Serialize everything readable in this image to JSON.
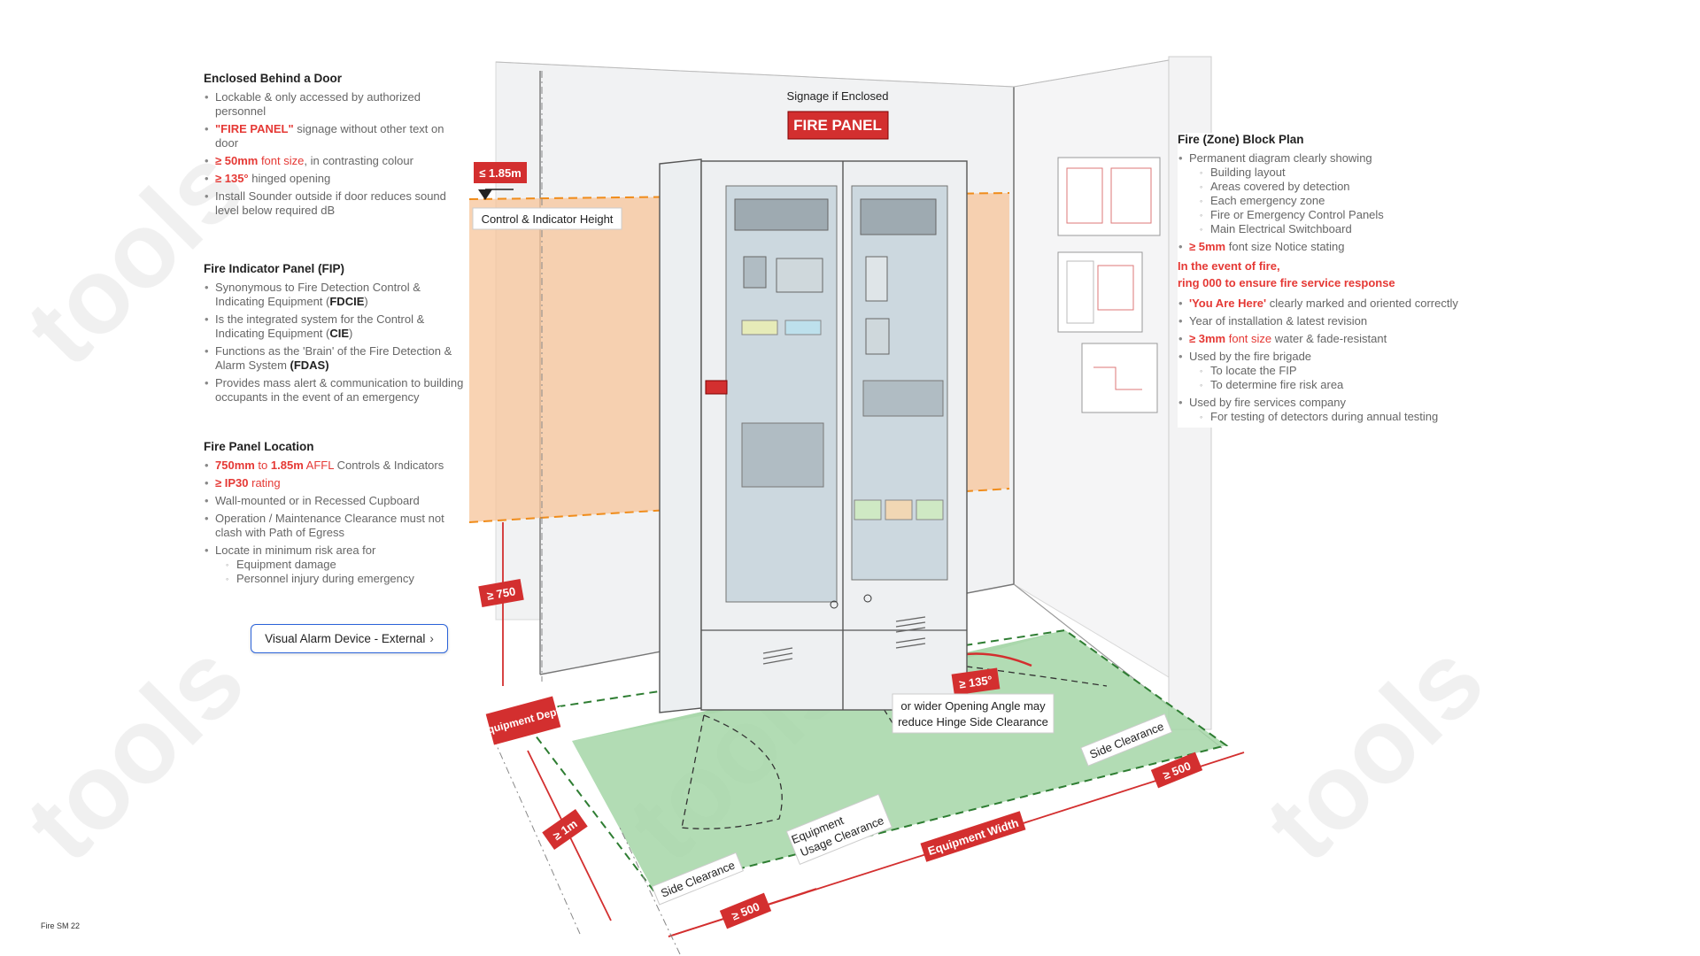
{
  "signage": {
    "caption": "Signage if Enclosed",
    "sign": "FIRE PANEL"
  },
  "left": {
    "enclosed": {
      "title": "Enclosed Behind a Door",
      "b1": "Lockable & only accessed by authorized personnel",
      "b2_red": "\"FIRE PANEL\"",
      "b2_rest": " signage without other text on door",
      "b3_bold": "≥ 50mm",
      "b3_red": " font size",
      "b3_rest": ", in contrasting colour",
      "b4_bold": "≥ 135°",
      "b4_rest": " hinged opening",
      "b5": "Install Sounder outside if door reduces sound level below required dB"
    },
    "fip": {
      "title": "Fire Indicator Panel (FIP)",
      "b1_pre": "Synonymous to Fire Detection Control & Indicating Equipment (",
      "b1_bold": "FDCIE",
      "b1_post": ")",
      "b2_pre": "Is the integrated system for the Control & Indicating Equipment (",
      "b2_bold": "CIE",
      "b2_post": ")",
      "b3_pre": "Functions as the 'Brain' of the Fire Detection & Alarm System ",
      "b3_bold": "(FDAS)",
      "b4": "Provides mass alert & communication to building occupants in the event of an emergency"
    },
    "location": {
      "title": "Fire Panel Location",
      "b1_a": "750mm",
      "b1_to": " to ",
      "b1_b": "1.85m",
      "b1_affl": " AFFL",
      "b1_rest": " Controls & Indicators",
      "b2_bold": "≥ IP30",
      "b2_rest": " rating",
      "b3": "Wall-mounted or in Recessed Cupboard",
      "b4": "Operation / Maintenance Clearance must not clash with Path of Egress",
      "b5": "Locate in minimum risk area for",
      "s1": "Equipment damage",
      "s2": "Personnel injury during emergency"
    },
    "button": "Visual Alarm Device - External"
  },
  "right": {
    "title": "Fire (Zone) Block Plan",
    "b1": "Permanent diagram clearly showing",
    "b1_subs": [
      "Building layout",
      "Areas covered by detection",
      "Each emergency zone",
      "Fire or Emergency Control Panels",
      "Main Electrical Switchboard"
    ],
    "b2_bold": "≥ 5mm",
    "b2_rest": " font size Notice stating",
    "notice_1": "In the event of fire,",
    "notice_2": "ring 000 to ensure fire service response",
    "b3_red": "'You Are Here'",
    "b3_rest": " clearly marked and oriented correctly",
    "b4": "Year of installation & latest revision",
    "b5_bold": "≥ 3mm",
    "b5_red": " font size",
    "b5_rest": " water & fade-resistant",
    "b6": "Used by the fire brigade",
    "b6_subs": [
      "To locate the FIP",
      "To determine fire risk area"
    ],
    "b7": "Used by fire services company",
    "b7_subs": [
      "For testing of detectors during annual testing"
    ]
  },
  "diagram": {
    "max_height": "≤ 1.85m",
    "control_height": "Control & Indicator Height",
    "min_height": "≥ 750",
    "equipment_depth": "Equipment Depth",
    "depth_1m": "≥ 1m",
    "angle": "≥ 135°",
    "angle_note_1": "or wider Opening Angle may",
    "angle_note_2": "reduce Hinge Side Clearance",
    "side_clearance_right": "Side Clearance",
    "side_clearance_left": "Side Clearance",
    "usage_1": "Equipment",
    "usage_2": "Usage Clearance",
    "equipment_width": "Equipment Width",
    "gap_right": "≥ 500",
    "gap_left": "≥ 500",
    "watermark": "tools"
  },
  "footer": "Fire SM 22",
  "colors": {
    "accent_red": "#e53935",
    "clearance_green": "#a5d6a7",
    "height_band": "#f9c9a0",
    "button_border": "#2b63d9"
  }
}
